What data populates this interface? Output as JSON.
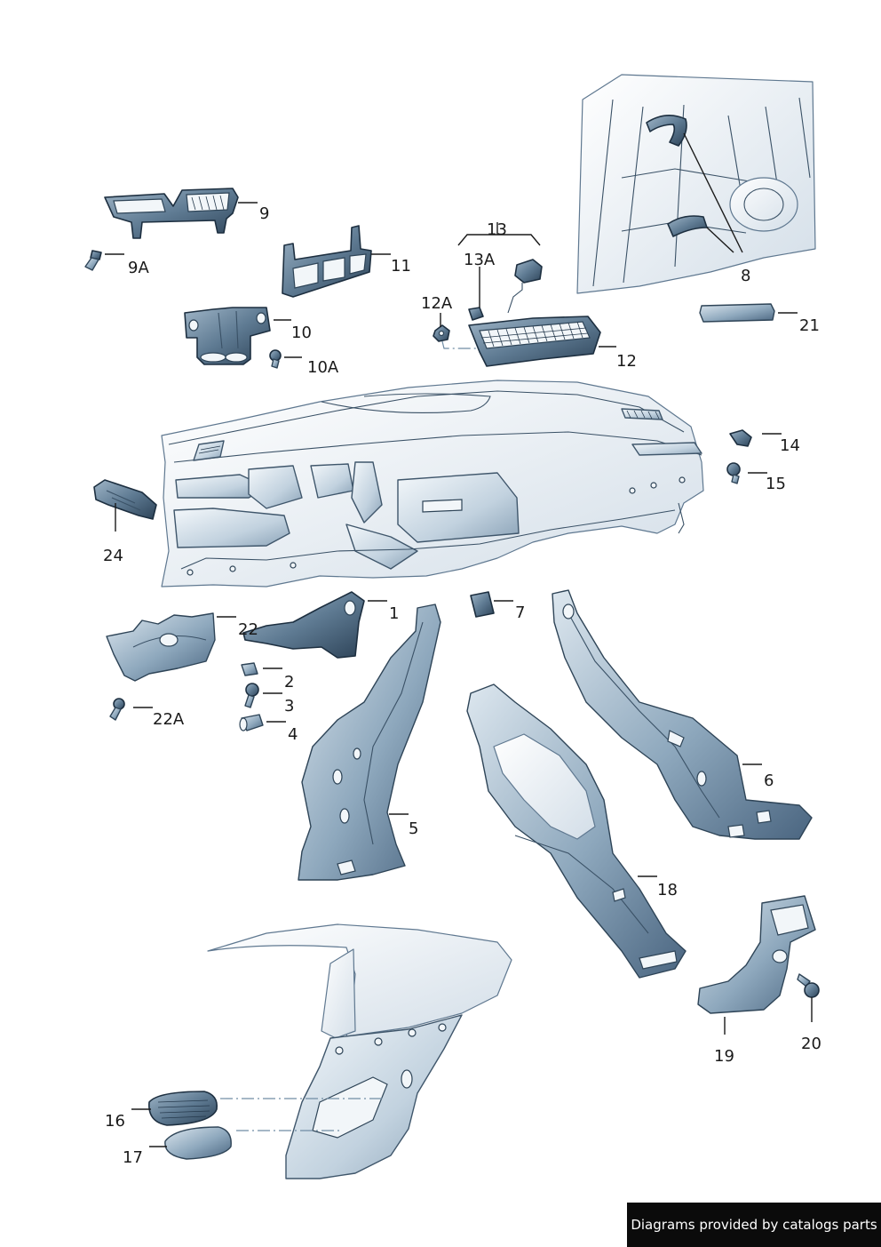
{
  "labels": {
    "l1": "1",
    "l2": "2",
    "l3": "3",
    "l4": "4",
    "l5": "5",
    "l6": "6",
    "l7": "7",
    "l8": "8",
    "l9": "9",
    "l9A": "9A",
    "l10": "10",
    "l10A": "10A",
    "l11": "11",
    "l12": "12",
    "l12A": "12A",
    "l13": "13",
    "l13A": "13A",
    "l14": "14",
    "l15": "15",
    "l16": "16",
    "l17": "17",
    "l18": "18",
    "l19": "19",
    "l20": "20",
    "l21": "21",
    "l22": "22",
    "l22A": "22A",
    "l24": "24"
  },
  "footer": {
    "text": "Diagrams provided by catalogs parts"
  },
  "colors": {
    "part_dark": "#4f6a82",
    "part_mid": "#8aa3b8",
    "part_light": "#c7d6e2",
    "line": "#1a1a1a",
    "footer_bg": "#0b0b0b"
  }
}
